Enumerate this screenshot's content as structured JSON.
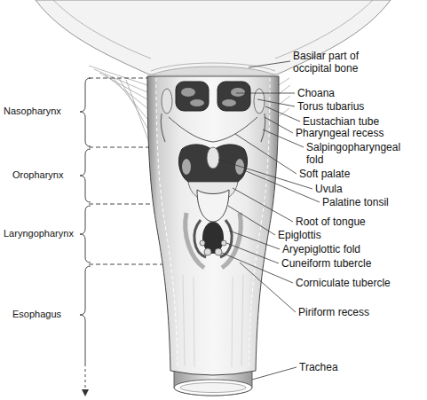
{
  "diagram": {
    "labels": [
      "Basilar part of occipital bone",
      "Choana",
      "Torus tubarius",
      "Eustachian tube",
      "Pharyngeal recess",
      "Salpingopharyngeal fold",
      "Soft palate",
      "Uvula",
      "Palatine tonsil",
      "Root of tongue",
      "Epiglottis",
      "Aryepiglottic fold",
      "Cuneiform tubercle",
      "Corniculate tubercle",
      "Piriform recess",
      "Trachea",
      "Nasopharynx",
      "Oropharynx",
      "Laryngopharynx",
      "Esophagus"
    ]
  }
}
